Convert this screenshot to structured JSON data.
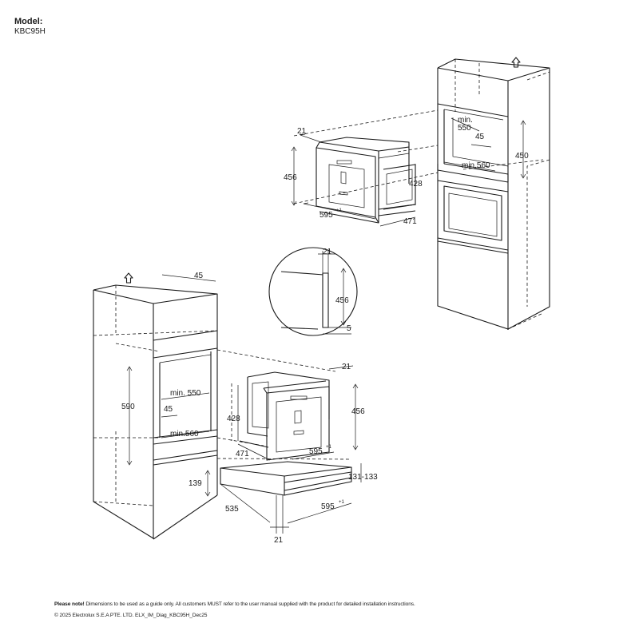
{
  "header": {
    "model_label": "Model:",
    "model_code": "KBC95H"
  },
  "footer": {
    "note_label": "Please note!",
    "note_text": " Dimensions to be used as a guide only. All customers MUST refer to the user manual supplied with the product for detailed installation instructions.",
    "copyright": "© 2025 Electrolux S.E.A PTE. LTD.  ELX_IM_Diag_KBC95H_Dec25"
  },
  "icons": {
    "up_arrow": "up-arrow-icon"
  },
  "dimensions": {
    "top_unit": {
      "depth_21": "21",
      "height_456": "456",
      "height_428": "428",
      "width_595": "595",
      "tol": "+1",
      "depth_471": "471"
    },
    "top_cabinet": {
      "min550_a": "min.",
      "min550_b": "550",
      "gap_45": "45",
      "height_450": "450",
      "min560": "min.560"
    },
    "detail": {
      "depth_21": "21",
      "height_456": "456",
      "gap_5": "5"
    },
    "left_cabinet": {
      "depth_45": "45",
      "height_590": "590",
      "min550": "min. 550",
      "gap_45": "45",
      "min560": "min.560",
      "height_139": "139"
    },
    "bottom_unit": {
      "depth_21": "21",
      "height_456": "456",
      "height_428": "428",
      "depth_471": "471",
      "width_595": "595",
      "tol": "+1",
      "height_131_133": "131-133",
      "depth_535": "535",
      "width_595_b": "595",
      "depth_21_b": "21"
    }
  }
}
